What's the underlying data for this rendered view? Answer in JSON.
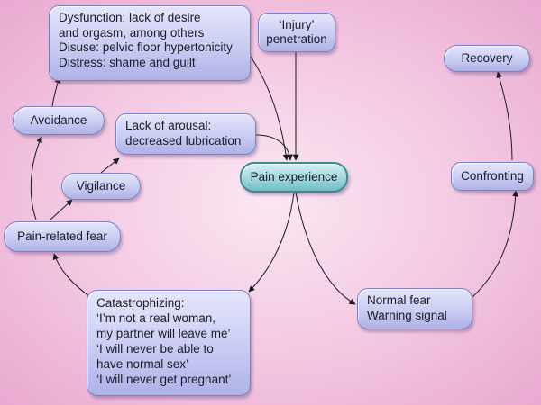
{
  "nodes": {
    "dysfunction": {
      "lines": [
        "Dysfunction: lack of desire",
        "and orgasm, among others",
        "Disuse: pelvic floor hypertonicity",
        "Distress: shame and guilt"
      ]
    },
    "injury": {
      "lines": [
        "‘Injury’",
        "penetration"
      ]
    },
    "recovery": {
      "label": "Recovery"
    },
    "avoidance": {
      "label": "Avoidance"
    },
    "lack_of_arousal": {
      "lines": [
        "Lack of arousal:",
        "decreased lubrication"
      ]
    },
    "pain_experience": {
      "label": "Pain experience"
    },
    "vigilance": {
      "label": "Vigilance"
    },
    "confronting": {
      "label": "Confronting"
    },
    "pain_related_fear": {
      "label": "Pain-related fear"
    },
    "catastrophizing": {
      "lines": [
        "Catastrophizing:",
        "‘I’m not a real woman,",
        "my partner will leave me’",
        "‘I will never be able to",
        "have normal sex’",
        "‘I will never get pregnant’"
      ]
    },
    "normal_fear": {
      "lines": [
        "Normal fear",
        "Warning signal"
      ]
    }
  },
  "colors": {
    "node_fill": "#c9ccf2",
    "center_fill": "#9fd8df",
    "arrow": "#1a1a1a"
  }
}
